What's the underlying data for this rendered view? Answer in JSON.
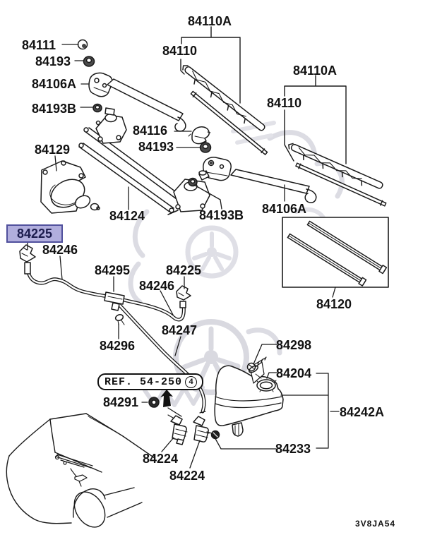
{
  "drawing_code": "3V8JA54",
  "highlighted_part": "84225",
  "ref_note": {
    "text": "REF. 54-250",
    "circled_number": "4"
  },
  "colors": {
    "line": "#1a1a1a",
    "highlight_fill": "#b1aedd",
    "highlight_border": "#50509c",
    "highlight_text": "#1c1c4e",
    "watermark": "#dfdfe6"
  },
  "labels": {
    "l84111": "84111",
    "l84193a": "84193",
    "l84106a_left": "84106A",
    "l84193b_left": "84193B",
    "l84129": "84129",
    "l84116": "84116",
    "l84193_center": "84193",
    "l84110a_top": "84110A",
    "l84110_top": "84110",
    "l84110a_right": "84110A",
    "l84110_right": "84110",
    "l84124": "84124",
    "l84193b_center": "84193B",
    "l84106a_right": "84106A",
    "l84120": "84120",
    "l84225_hl": "84225",
    "l84246_left": "84246",
    "l84295": "84295",
    "l84225_right": "84225",
    "l84246_mid": "84246",
    "l84296": "84296",
    "l84247": "84247",
    "l84291": "84291",
    "l84224_left": "84224",
    "l84224_right": "84224",
    "l84298": "84298",
    "l84204": "84204",
    "l84242a": "84242A",
    "l84233": "84233"
  }
}
